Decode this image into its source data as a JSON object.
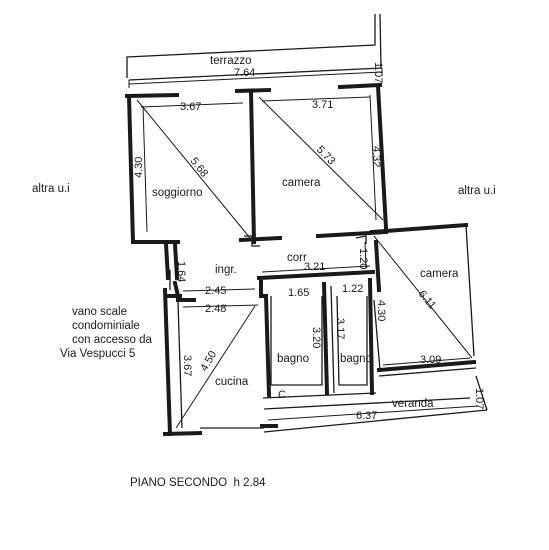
{
  "rooms": {
    "terrazzo": "terrazzo",
    "soggiorno": "soggiorno",
    "camera1": "camera",
    "camera2": "camera",
    "corr": "corr",
    "ingr": "ingr.",
    "bagno1": "bagno",
    "bagno2": "bagno",
    "cucina": "cucina",
    "veranda": "veranda",
    "c_mark": "C"
  },
  "neighbors": {
    "left": "altra u.i",
    "right": "altra u.i"
  },
  "stairs_note": [
    "vano scale",
    "condominiale",
    "con accesso da",
    "Via Vespucci 5"
  ],
  "dimensions": {
    "terrace_depth": "1.07",
    "terrace_width": "7.64",
    "soggiorno_width": "3.67",
    "camera1_width": "3.71",
    "soggiorno_height": "4.30",
    "soggiorno_diag": "5.68",
    "camera1_diag": "5.73",
    "camera1_height": "4.32",
    "corr_width": "3.21",
    "corr_depth": "1.20",
    "ingr_height": "1.64",
    "ingr_width_a": "2.45",
    "ingr_width_b": "2.48",
    "bagno1_width": "1.65",
    "bagno2_width": "1.22",
    "bagno1_height": "3.20",
    "bagno2_height": "3.17",
    "camera2_height": "4.30",
    "camera2_diag": "6.11",
    "camera2_width": "3.09",
    "cucina_height": "3.67",
    "cucina_diag": "4.50",
    "veranda_width": "6.37",
    "veranda_depth": "1.07"
  },
  "caption": "PIANO SECONDO  h 2.84"
}
